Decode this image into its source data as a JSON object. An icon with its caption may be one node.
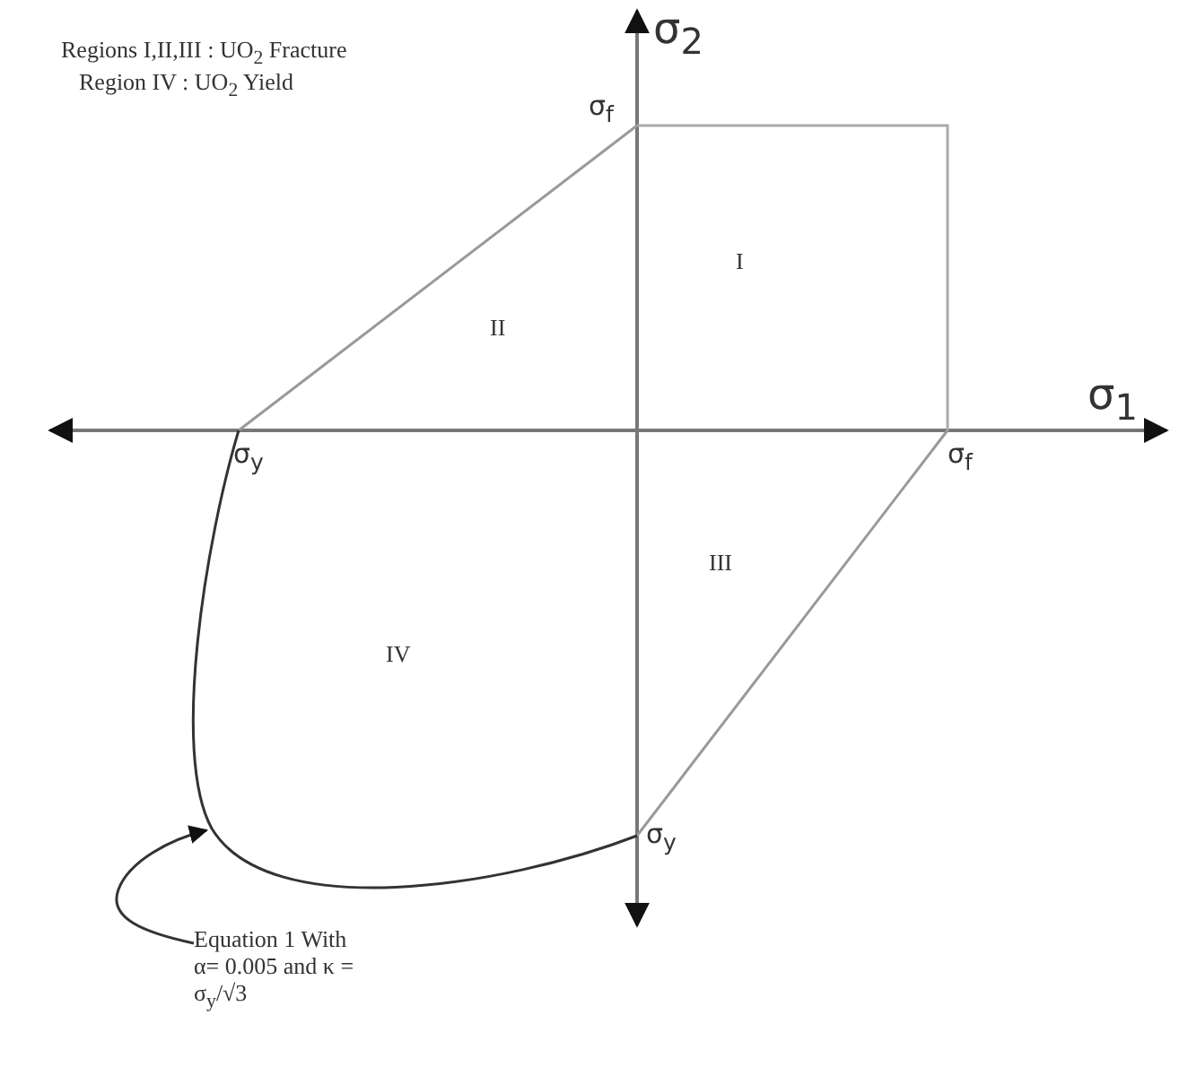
{
  "diagram": {
    "nodes": [
      {
        "text": [
          "Equation 1 With α= 0.005 and κ = σ$_{y}$/√3"
        ]
      },
      {
        "text": [],
        "shape": "curve"
      }
    ],
    "edges": [
      {
        "from": 0,
        "to": 1,
        "arrow": "to"
      }
    ],
    "labels": [
      "σ$_{2}$",
      "Regions I,II,III : UO$_{2}$ Fracture",
      "Region IV : UO$_{2}$ Yield",
      "σ$_{f}$",
      "I",
      "II",
      "σ$_{1}$",
      "σ$_{y}$",
      "σ$_{f}$",
      "III",
      "IV",
      "σ$_{y}$"
    ]
  }
}
